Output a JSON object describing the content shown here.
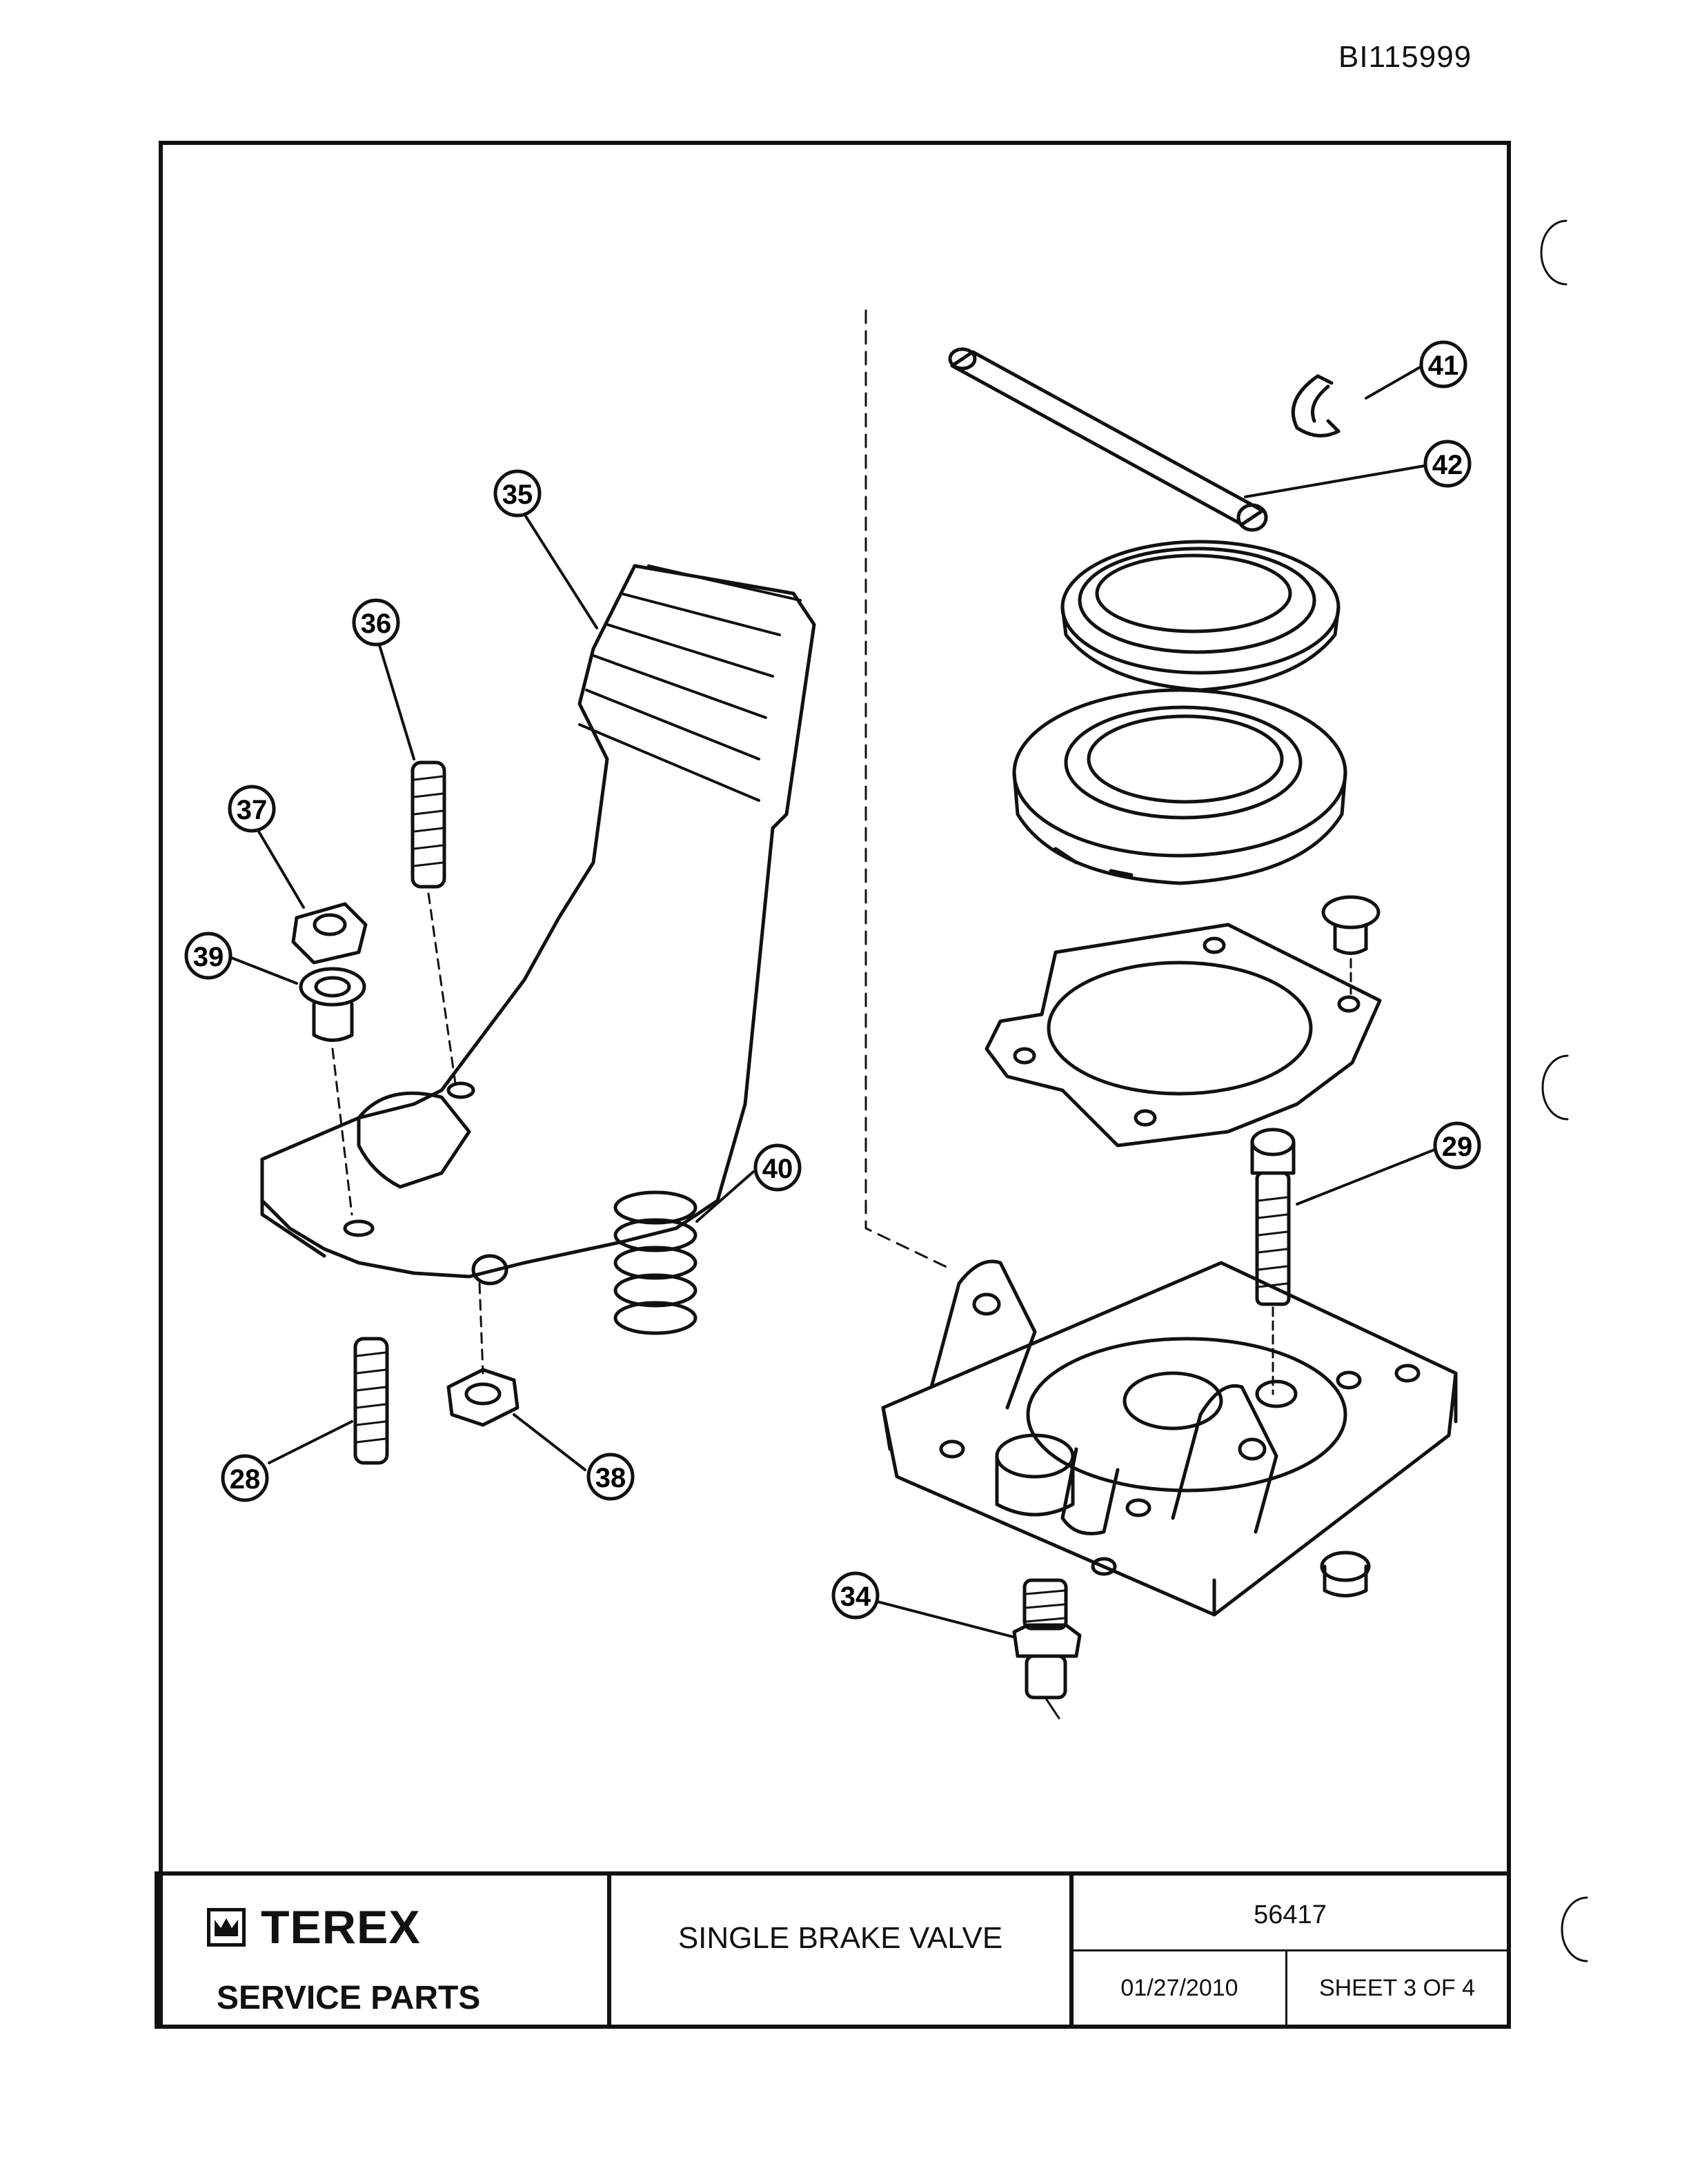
{
  "header": {
    "doc_id": "BI115999"
  },
  "callouts": [
    {
      "id": "c41",
      "label": "41"
    },
    {
      "id": "c42",
      "label": "42"
    },
    {
      "id": "c35",
      "label": "35"
    },
    {
      "id": "c36",
      "label": "36"
    },
    {
      "id": "c37",
      "label": "37"
    },
    {
      "id": "c39",
      "label": "39"
    },
    {
      "id": "c40",
      "label": "40"
    },
    {
      "id": "c29",
      "label": "29"
    },
    {
      "id": "c28",
      "label": "28"
    },
    {
      "id": "c38",
      "label": "38"
    },
    {
      "id": "c34",
      "label": "34"
    }
  ],
  "title_block": {
    "brand": "TEREX",
    "subtitle": "SERVICE PARTS",
    "title": "SINGLE BRAKE VALVE",
    "part_number": "56417",
    "date": "01/27/2010",
    "sheet": "SHEET 3 OF 4"
  }
}
